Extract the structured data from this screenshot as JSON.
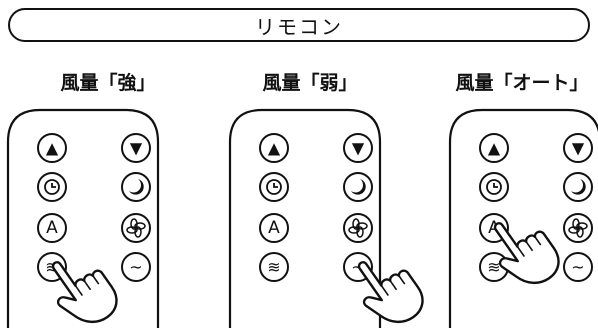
{
  "banner": {
    "label": "リモコン"
  },
  "modes": [
    {
      "title": "風量「強」",
      "pressed_button": "airflow-button"
    },
    {
      "title": "風量「弱」",
      "pressed_button": "quiet-button"
    },
    {
      "title": "風量「オート」",
      "pressed_button": "auto-button"
    }
  ],
  "buttons": [
    {
      "name": "up-button",
      "icon": "triangle-up-icon",
      "glyph": "▲"
    },
    {
      "name": "down-button",
      "icon": "triangle-down-icon",
      "glyph": "▼"
    },
    {
      "name": "timer-button",
      "icon": "clock-icon"
    },
    {
      "name": "sleep-button",
      "icon": "moon-icon"
    },
    {
      "name": "auto-button",
      "icon": "letter-a-icon",
      "glyph": "A"
    },
    {
      "name": "fan-button",
      "icon": "fan-icon"
    },
    {
      "name": "airflow-button",
      "icon": "wind-lines-icon",
      "glyph": "≋"
    },
    {
      "name": "quiet-button",
      "icon": "wave-icon",
      "glyph": "~"
    }
  ],
  "colors": {
    "ink": "#111111",
    "background": "#ffffff"
  }
}
